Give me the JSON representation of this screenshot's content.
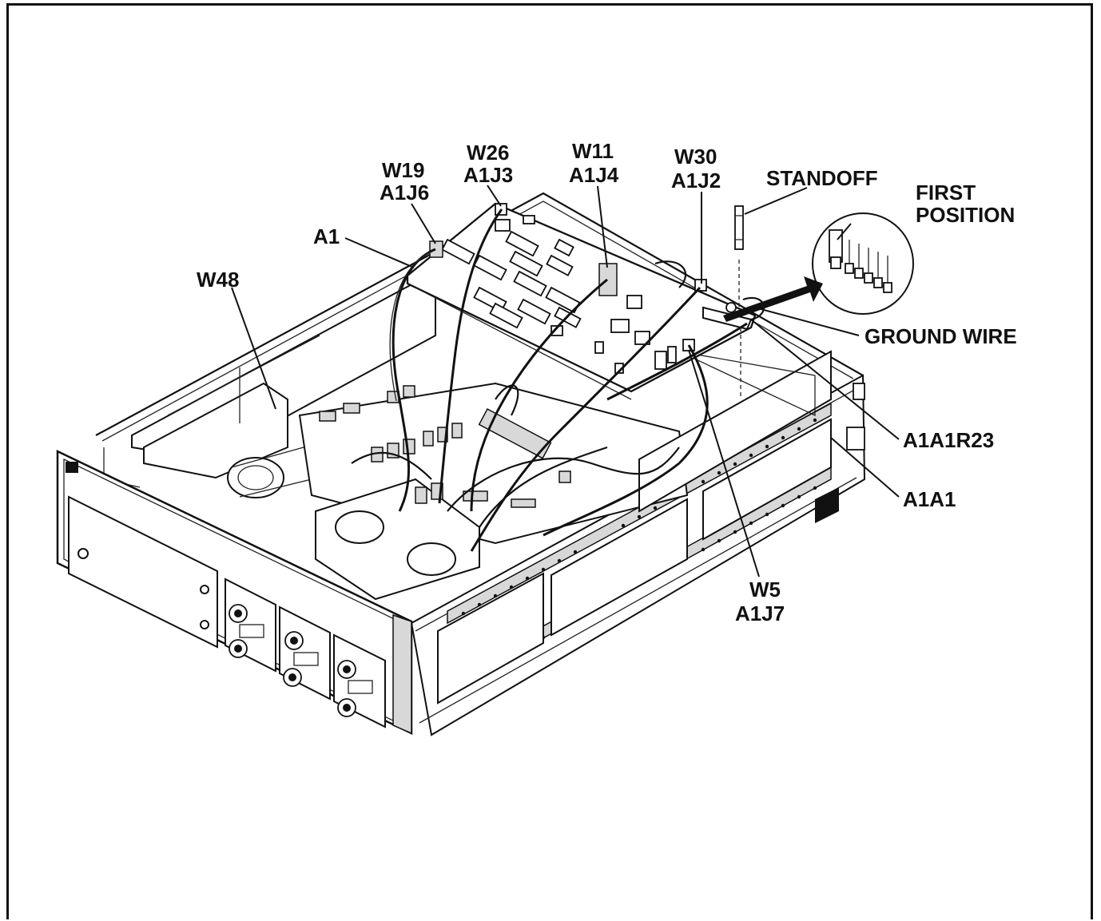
{
  "figure": {
    "labels": {
      "w19": [
        "W19",
        "A1J6"
      ],
      "w26": [
        "W26",
        "A1J3"
      ],
      "w11": [
        "W11",
        "A1J4"
      ],
      "w30": [
        "W30",
        "A1J2"
      ],
      "standoff": "STANDOFF",
      "first_position": [
        "FIRST",
        "POSITION"
      ],
      "a1": "A1",
      "w48": "W48",
      "ground_wire": "GROUND WIRE",
      "a1a1r23": "A1A1R23",
      "a1a1": "A1A1",
      "w5": [
        "W5",
        "A1J7"
      ]
    }
  }
}
